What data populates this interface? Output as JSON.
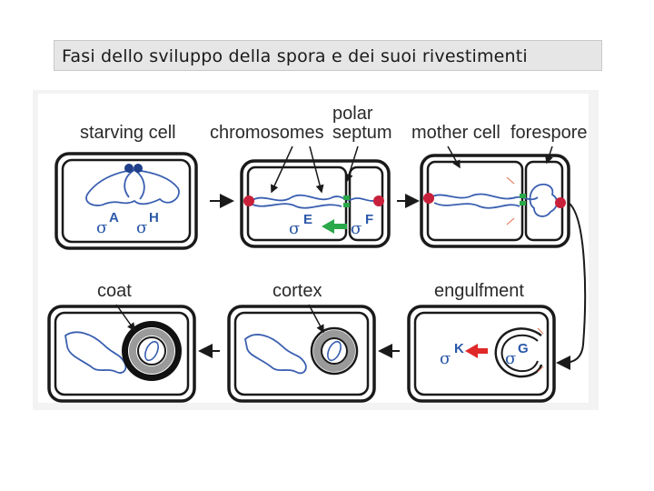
{
  "title": "Fasi dello sviluppo della spora e dei suoi rivestimenti",
  "labels": {
    "starving_cell": "starving cell",
    "chromosomes": "chromosomes",
    "polar": "polar",
    "septum": "septum",
    "mother_cell": "mother cell",
    "forespore": "forespore",
    "coat": "coat",
    "cortex": "cortex",
    "engulfment": "engulfment"
  },
  "sigma_factors": {
    "sigma": "σ",
    "A": "A",
    "H": "H",
    "E": "E",
    "F": "F",
    "K": "K",
    "G": "G"
  },
  "colors": {
    "cell_outline": "#1a1a1a",
    "chromosome": "#3a5fb0",
    "origin_dot": "#c8203a",
    "sigma_text": "#2b58a8",
    "green_arrow": "#2aa84a",
    "red_arrow": "#e02828",
    "cortex": "#9a9a9a",
    "coat": "#111111",
    "title_bg": "#e6e6e6"
  }
}
